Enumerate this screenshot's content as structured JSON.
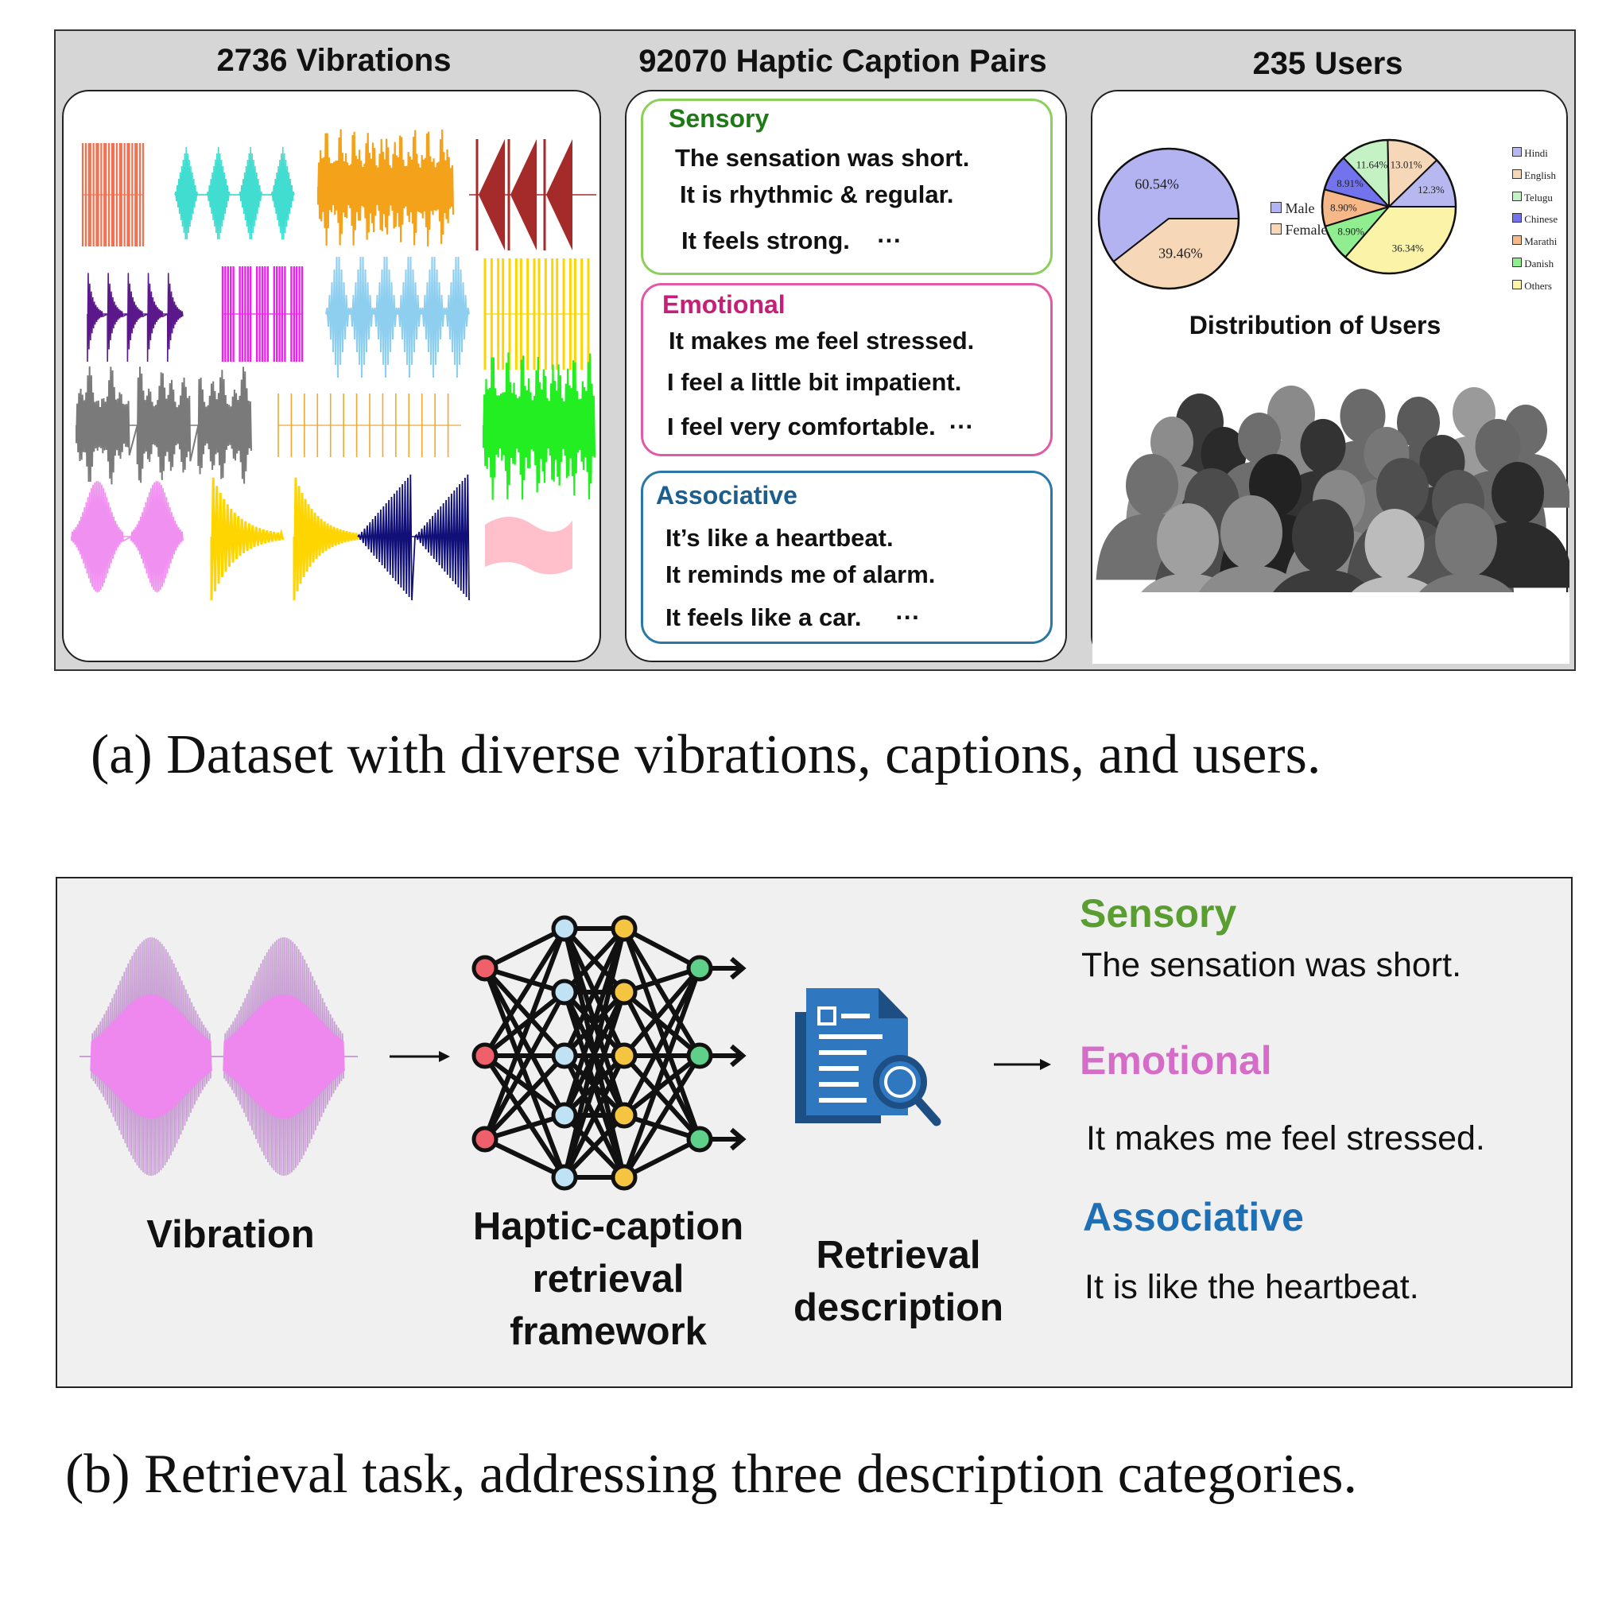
{
  "panel_a": {
    "vibrations_title": "2736 Vibrations",
    "captions_title": "92070 Haptic Caption Pairs",
    "users_title": "235 Users",
    "sensory": {
      "label": "Sensory",
      "color": "#1e7a14",
      "lines": [
        "The sensation was short.",
        "It is rhythmic & regular.",
        "It feels strong.    ···"
      ]
    },
    "emotional": {
      "label": "Emotional",
      "color": "#c71f78",
      "lines": [
        "It makes me feel stressed.",
        "I feel a little bit impatient.",
        "I feel very comfortable.  ···"
      ]
    },
    "associative": {
      "label": "Associative",
      "color": "#1a5f8f",
      "lines": [
        "It’s like a heartbeat.",
        "It reminds me of alarm.",
        "It feels like a car.     ···"
      ]
    },
    "distribution_title": "Distribution of Users",
    "caption": "(a)  Dataset with diverse vibrations, captions, and users."
  },
  "chart_data": [
    {
      "type": "pie",
      "categories": [
        "Male",
        "Female"
      ],
      "values": [
        60.54,
        39.46
      ],
      "labels": [
        "60.54%",
        "39.46%"
      ],
      "colors": [
        "#b3b3f2",
        "#f6d8b8"
      ],
      "legend": "right"
    },
    {
      "type": "pie",
      "categories": [
        "Hindi",
        "English",
        "Telugu",
        "Chinese",
        "Marathi",
        "Danish",
        "Others"
      ],
      "values": [
        12.3,
        13.01,
        11.64,
        8.91,
        8.9,
        8.9,
        36.34
      ],
      "labels": [
        "12.3%",
        "13.01%",
        "11.64%",
        "8.91%",
        "8.90%",
        "8.90%",
        "36.34%"
      ],
      "colors": [
        "#b8b8f0",
        "#f6d8b8",
        "#c5f2c5",
        "#7373ee",
        "#f6b888",
        "#90ee90",
        "#fbf3a8"
      ],
      "legend": "right"
    }
  ],
  "panel_b": {
    "vibration_label": "Vibration",
    "framework_label": [
      "Haptic-caption",
      "retrieval",
      "framework"
    ],
    "retrieval_label": [
      "Retrieval",
      "description"
    ],
    "sensory": {
      "label": "Sensory",
      "color": "#5a9e32",
      "text": "The sensation was short."
    },
    "emotional": {
      "label": "Emotional",
      "color": "#d46cc8",
      "text": "It makes me feel stressed."
    },
    "associative": {
      "label": "Associative",
      "color": "#1f6fb5",
      "text": "It is like the heartbeat."
    },
    "caption": "(b)  Retrieval task, addressing three description categories."
  }
}
